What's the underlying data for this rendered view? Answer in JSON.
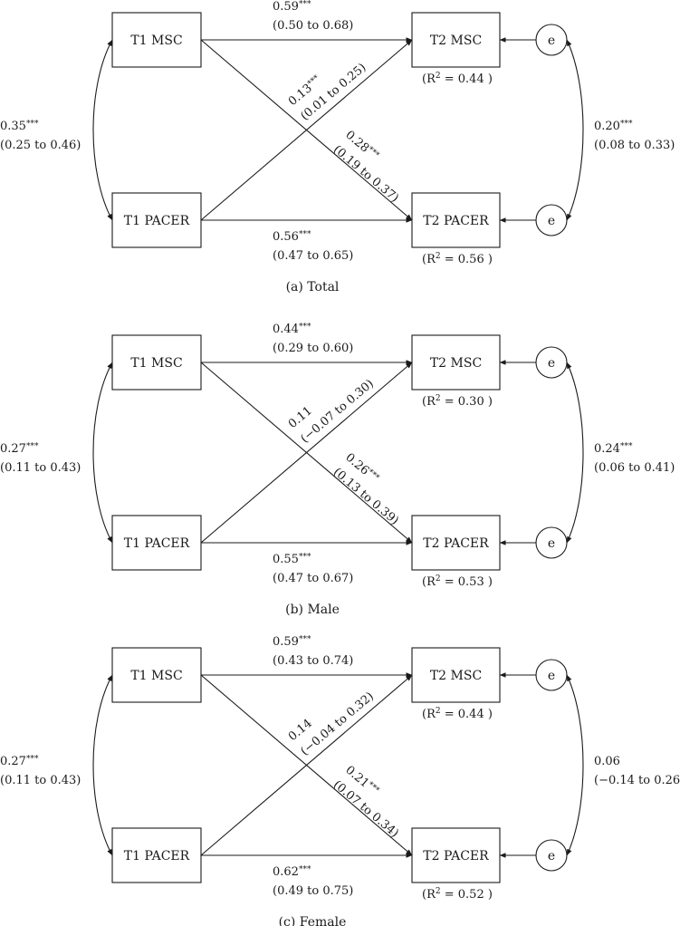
{
  "panels": [
    {
      "caption": "(a) Total",
      "nodes": {
        "t1_msc": "T1 MSC",
        "t1_pacer": "T1 PACER",
        "t2_msc": "T2 MSC",
        "t2_pacer": "T2 PACER",
        "e_msc": "e",
        "e_pacer": "e"
      },
      "paths": {
        "msc_msc": {
          "coef": "0.59",
          "stars": "***",
          "ci": "(0.50 to 0.68)"
        },
        "pacer_pacer": {
          "coef": "0.56",
          "stars": "***",
          "ci": "(0.47 to 0.65)"
        },
        "pacer_to_msc": {
          "coef": "0.13",
          "stars": "***",
          "ci": "(0.01 to 0.25)"
        },
        "msc_to_pacer": {
          "coef": "0.28",
          "stars": "***",
          "ci": "(0.19 to 0.37)"
        },
        "t1_cov": {
          "coef": "0.35",
          "stars": "***",
          "ci": "(0.25 to 0.46)"
        },
        "t2_cov": {
          "coef": "0.20",
          "stars": "***",
          "ci": "(0.08 to 0.33)"
        }
      },
      "r2": {
        "msc": {
          "prefix": "(R",
          "sup": "2",
          "suffix": " = 0.44 )"
        },
        "pacer": {
          "prefix": "(R",
          "sup": "2",
          "suffix": " = 0.56 )"
        }
      }
    },
    {
      "caption": "(b) Male",
      "nodes": {
        "t1_msc": "T1 MSC",
        "t1_pacer": "T1 PACER",
        "t2_msc": "T2 MSC",
        "t2_pacer": "T2 PACER",
        "e_msc": "e",
        "e_pacer": "e"
      },
      "paths": {
        "msc_msc": {
          "coef": "0.44",
          "stars": "***",
          "ci": "(0.29 to 0.60)"
        },
        "pacer_pacer": {
          "coef": "0.55",
          "stars": "***",
          "ci": "(0.47 to 0.67)"
        },
        "pacer_to_msc": {
          "coef": "0.11",
          "stars": "",
          "ci": "(−0.07 to 0.30)"
        },
        "msc_to_pacer": {
          "coef": "0.26",
          "stars": "***",
          "ci": "(0.13 to 0.39)"
        },
        "t1_cov": {
          "coef": "0.27",
          "stars": "***",
          "ci": "(0.11 to 0.43)"
        },
        "t2_cov": {
          "coef": "0.24",
          "stars": "***",
          "ci": "(0.06 to 0.41)"
        }
      },
      "r2": {
        "msc": {
          "prefix": "(R",
          "sup": "2",
          "suffix": " = 0.30 )"
        },
        "pacer": {
          "prefix": "(R",
          "sup": "2",
          "suffix": " = 0.53 )"
        }
      }
    },
    {
      "caption": "(c) Female",
      "nodes": {
        "t1_msc": "T1 MSC",
        "t1_pacer": "T1 PACER",
        "t2_msc": "T2 MSC",
        "t2_pacer": "T2 PACER",
        "e_msc": "e",
        "e_pacer": "e"
      },
      "paths": {
        "msc_msc": {
          "coef": "0.59",
          "stars": "***",
          "ci": "(0.43 to 0.74)"
        },
        "pacer_pacer": {
          "coef": "0.62",
          "stars": "***",
          "ci": "(0.49 to 0.75)"
        },
        "pacer_to_msc": {
          "coef": "0.14",
          "stars": "",
          "ci": "(−0.04 to 0.32)"
        },
        "msc_to_pacer": {
          "coef": "0.21",
          "stars": "***",
          "ci": "(0.07 to 0.34)"
        },
        "t1_cov": {
          "coef": "0.27",
          "stars": "***",
          "ci": "(0.11 to 0.43)"
        },
        "t2_cov": {
          "coef": "0.06",
          "stars": "",
          "ci": "(−0.14 to 0.26)"
        }
      },
      "r2": {
        "msc": {
          "prefix": "(R",
          "sup": "2",
          "suffix": " = 0.44 )"
        },
        "pacer": {
          "prefix": "(R",
          "sup": "2",
          "suffix": " = 0.52 )"
        }
      }
    }
  ]
}
